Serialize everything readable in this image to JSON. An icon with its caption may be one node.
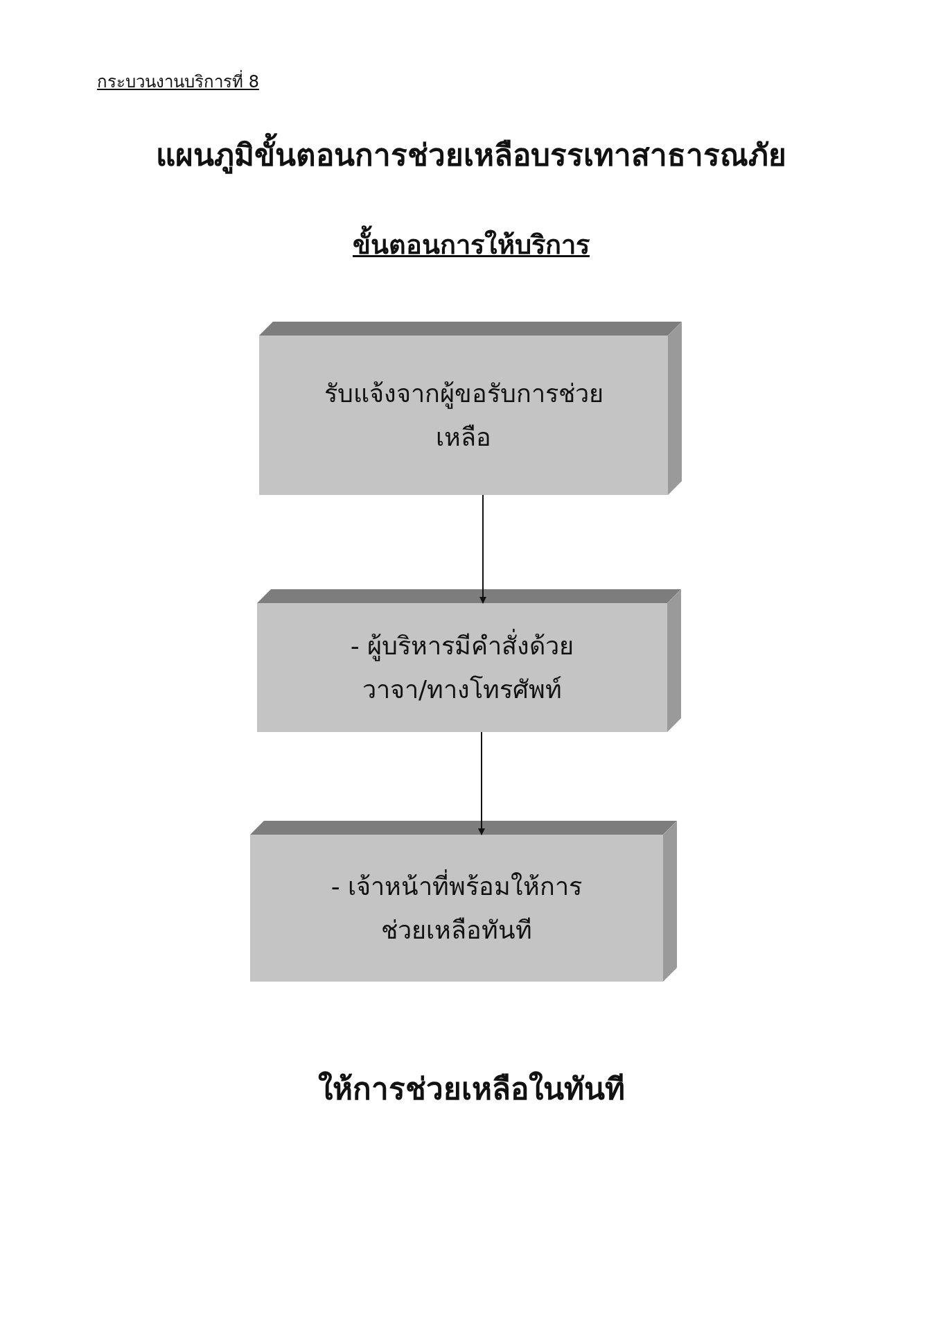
{
  "diagram": {
    "title": "แผนภูมิขั้นตอนการช่วยเหลือบรรเทาสาธารณภัย",
    "nodes": [
      {
        "text": [
          "รับแจ้งจากผู้ขอรับการช่วยเหลือ"
        ]
      },
      {
        "text": [
          "- ผู้บริหารมีคำสั่งด้วยวาจา/ทางโทรศัพท์"
        ]
      },
      {
        "text": [
          "- เจ้าหน้าที่พร้อมให้การช่วยเหลือทันที"
        ]
      }
    ],
    "edges": [
      {
        "from": 0,
        "to": 1,
        "arrow": "to"
      },
      {
        "from": 1,
        "to": 2,
        "arrow": "to"
      }
    ],
    "labels": [
      "กระบวนงานบริการที่ 8",
      "ขั้นตอนการให้บริการ",
      "ให้การช่วยเหลือในทันที"
    ]
  }
}
